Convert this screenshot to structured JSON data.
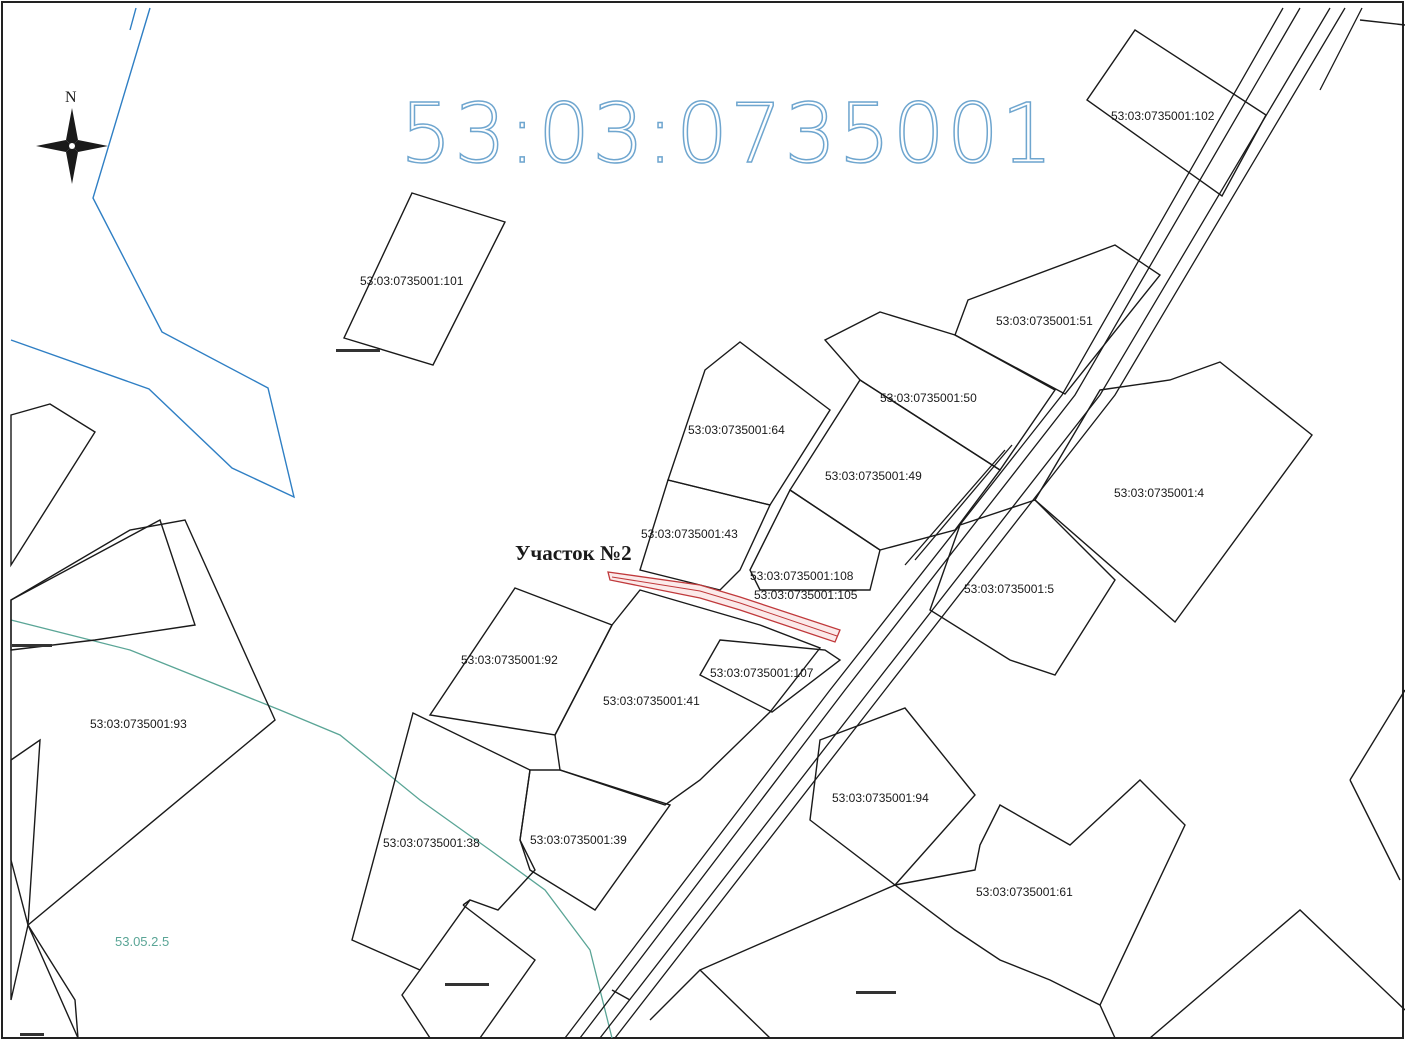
{
  "map": {
    "block_number": "53:03:0735001",
    "north_label": "N",
    "plot_title": "Участок №2",
    "zone_label": "53.05.2.5",
    "colors": {
      "block_number": "#6fa6cf",
      "water": "#2f7fc4",
      "zone": "#5aa596",
      "plot_highlight": "#c0393b",
      "parcel_lines": "#1a1a1a"
    },
    "parcels": [
      {
        "id": "102",
        "label": "53:03:0735001:102"
      },
      {
        "id": "101",
        "label": "53:03:0735001:101"
      },
      {
        "id": "51",
        "label": "53:03:0735001:51"
      },
      {
        "id": "50",
        "label": "53:03:0735001:50"
      },
      {
        "id": "64",
        "label": "53:03:0735001:64"
      },
      {
        "id": "49",
        "label": "53:03:0735001:49"
      },
      {
        "id": "4",
        "label": "53:03:0735001:4"
      },
      {
        "id": "43",
        "label": "53:03:0735001:43"
      },
      {
        "id": "108",
        "label": "53:03:0735001:108"
      },
      {
        "id": "105",
        "label": "53:03:0735001:105"
      },
      {
        "id": "5",
        "label": "53:03:0735001:5"
      },
      {
        "id": "92",
        "label": "53:03:0735001:92"
      },
      {
        "id": "107",
        "label": "53:03:0735001:107"
      },
      {
        "id": "41",
        "label": "53:03:0735001:41"
      },
      {
        "id": "93",
        "label": "53:03:0735001:93"
      },
      {
        "id": "94",
        "label": "53:03:0735001:94"
      },
      {
        "id": "38",
        "label": "53:03:0735001:38"
      },
      {
        "id": "39",
        "label": "53:03:0735001:39"
      },
      {
        "id": "61",
        "label": "53:03:0735001:61"
      }
    ]
  }
}
